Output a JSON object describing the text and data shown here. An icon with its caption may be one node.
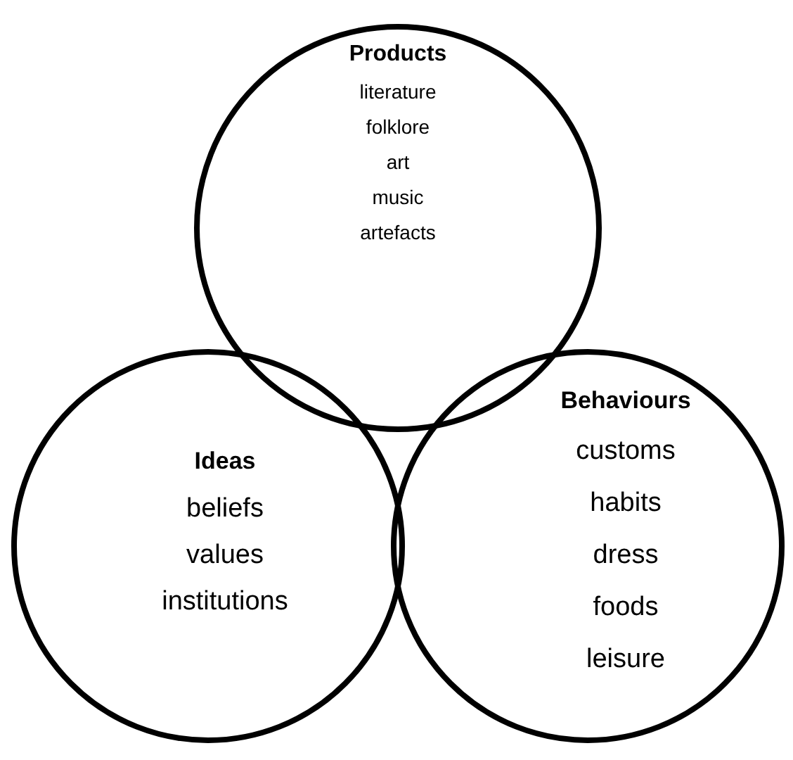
{
  "diagram": {
    "nodes": [
      {
        "text": [
          "Products",
          "literature",
          "folklore",
          "art",
          "music",
          "artefacts"
        ]
      },
      {
        "text": [
          "Ideas",
          "beliefs",
          "values",
          "institutions"
        ]
      },
      {
        "text": [
          "Behaviours",
          "customs",
          "habits",
          "dress",
          "foods",
          "leisure"
        ]
      }
    ]
  }
}
